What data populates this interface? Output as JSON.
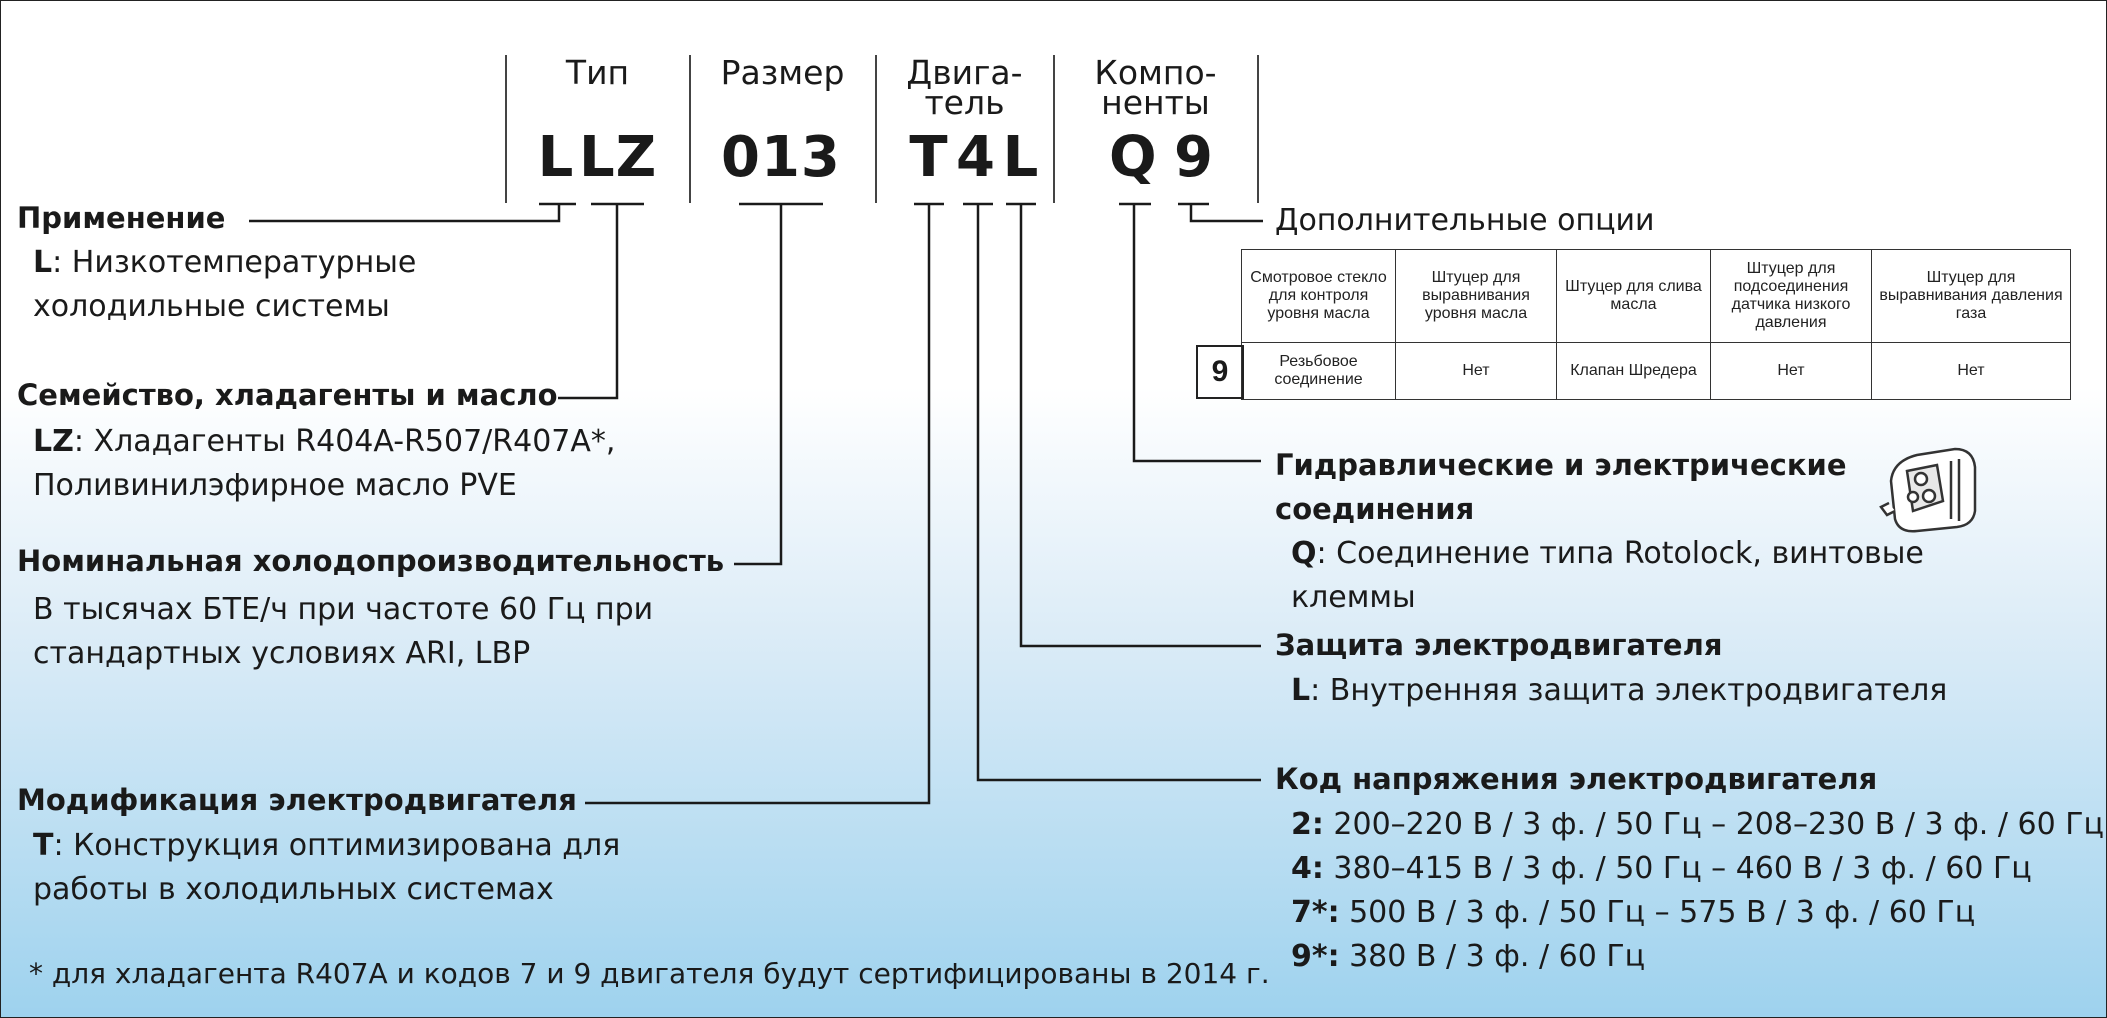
{
  "columns": {
    "type": "Тип",
    "size": "Размер",
    "motor_l1": "Двига-",
    "motor_l2": "тель",
    "comp_l1": "Компо-",
    "comp_l2": "ненты"
  },
  "code": {
    "app": "L",
    "family": "LZ",
    "size": "013",
    "mod": "T",
    "voltage": "4",
    "protection": "L",
    "connections": "Q",
    "options": "9"
  },
  "application": {
    "title": "Применение",
    "key": "L",
    "desc1": ": Низкотемпературные",
    "desc2": "холодильные системы"
  },
  "family": {
    "title": "Семейство, хладагенты и масло",
    "key": "LZ",
    "desc1": ": Хладагенты R404A-R507/R407A*,",
    "desc2": "Поливинилэфирное масло PVE"
  },
  "capacity": {
    "title": "Номинальная холодопроизводительность",
    "desc1": "В тысячах БТЕ/ч при частоте 60 Гц при",
    "desc2": "стандартных условиях ARI, LBP"
  },
  "modification": {
    "title": "Модификация электродвигателя",
    "key": "T",
    "desc1": ": Конструкция оптимизирована для",
    "desc2": "работы в холодильных системах"
  },
  "footnote": "* для хладагента R407A и кодов 7 и 9 двигателя будут сертифицированы в 2014 г.",
  "options": {
    "title": "Дополнительные опции",
    "headers": [
      "Смотровое стекло для контроля уровня масла",
      "Штуцер для выравнивания уровня масла",
      "Штуцер для слива масла",
      "Штуцер для подсоединения датчика низкого давления",
      "Штуцер для выравнивания давления газа"
    ],
    "row_code": "9",
    "row": [
      "Резьбовое соединение",
      "Нет",
      "Клапан Шредера",
      "Нет",
      "Нет"
    ]
  },
  "connections": {
    "title1": "Гидравлические и электрические",
    "title2": "соединения",
    "key": "Q",
    "desc1": ": Соединение типа Rotolock, винтовые",
    "desc2": "клеммы",
    "icon": "rotolock-connector-icon"
  },
  "protection": {
    "title": "Защита электродвигателя",
    "key": "L",
    "desc": ": Внутренняя защита электродвигателя"
  },
  "voltage": {
    "title": "Код напряжения электродвигателя",
    "items": [
      {
        "key": "2:",
        "text": " 200–220 В / 3 ф. / 50 Гц – 208–230 В / 3 ф. / 60 Гц"
      },
      {
        "key": "4:",
        "text": " 380–415 В / 3 ф. / 50 Гц – 460 В / 3 ф. / 60 Гц"
      },
      {
        "key": "7*:",
        "text": " 500 В / 3 ф. / 50 Гц – 575 В / 3 ф. / 60 Гц"
      },
      {
        "key": "9*:",
        "text": " 380 В / 3 ф. / 60 Гц"
      }
    ]
  }
}
